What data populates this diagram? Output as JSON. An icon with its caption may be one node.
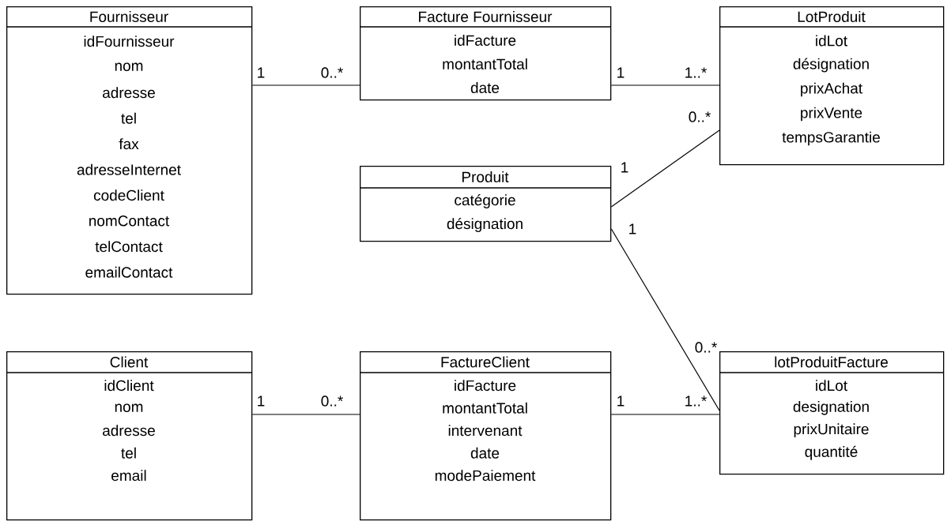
{
  "diagram": {
    "nodes": [
      {
        "text": [
          "Fournisseur",
          "idFournisseur",
          "nom",
          "adresse",
          "tel",
          "fax",
          "adresseInternet",
          "codeClient",
          "nomContact",
          "telContact",
          "emailContact"
        ]
      },
      {
        "text": [
          "Facture Fournisseur",
          "idFacture",
          "montantTotal",
          "date"
        ]
      },
      {
        "text": [
          "LotProduit",
          "idLot",
          "désignation",
          "prixAchat",
          "prixVente",
          "tempsGarantie"
        ]
      },
      {
        "text": [
          "Produit",
          "catégorie",
          "désignation"
        ]
      },
      {
        "text": [
          "Client",
          "idClient",
          "nom",
          "adresse",
          "tel",
          "email"
        ]
      },
      {
        "text": [
          "FactureClient",
          "idFacture",
          "montantTotal",
          "intervenant",
          "date",
          "modePaiement"
        ]
      },
      {
        "text": [
          "lotProduitFacture",
          "idLot",
          "designation",
          "prixUnitaire",
          "quantité"
        ]
      }
    ],
    "edges": [
      {
        "from": 0,
        "to": 1,
        "arrow": "none"
      },
      {
        "from": 1,
        "to": 2,
        "arrow": "none"
      },
      {
        "from": 3,
        "to": 2,
        "arrow": "none"
      },
      {
        "from": 3,
        "to": 6,
        "arrow": "none"
      },
      {
        "from": 4,
        "to": 5,
        "arrow": "none"
      },
      {
        "from": 5,
        "to": 6,
        "arrow": "none"
      }
    ],
    "labels": [
      "1",
      "0..*",
      "1",
      "1..*",
      "0..*",
      "1",
      "1",
      "0..*",
      "1",
      "0..*",
      "1",
      "1..*"
    ]
  }
}
